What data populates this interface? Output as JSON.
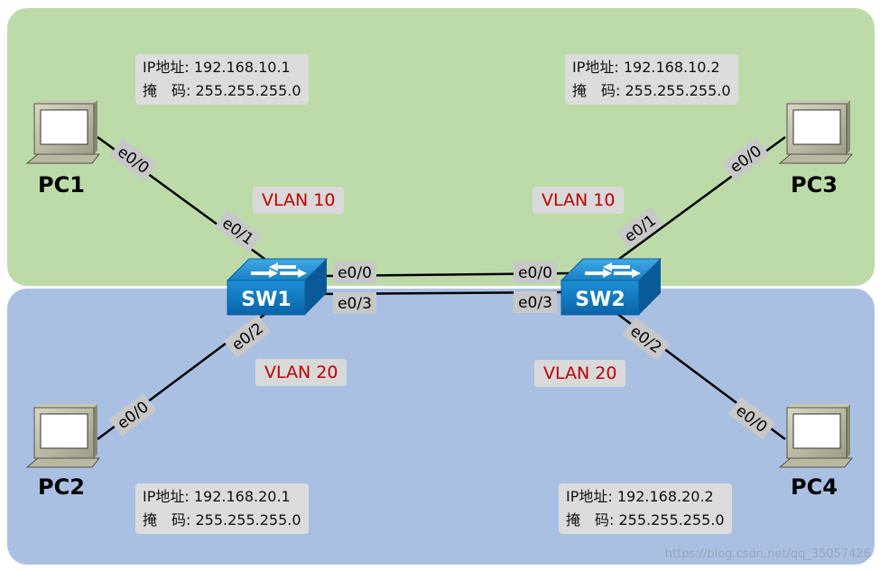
{
  "zones": {
    "top_color": "#bcdba9",
    "bottom_color": "#aac0e3"
  },
  "devices": {
    "pc1": {
      "name": "PC1",
      "ip_label": "IP地址: 192.168.10.1",
      "mask_label": "掩　码: 255.255.255.0"
    },
    "pc2": {
      "name": "PC2",
      "ip_label": "IP地址: 192.168.20.1",
      "mask_label": "掩　码: 255.255.255.0"
    },
    "pc3": {
      "name": "PC3",
      "ip_label": "IP地址: 192.168.10.2",
      "mask_label": "掩　码: 255.255.255.0"
    },
    "pc4": {
      "name": "PC4",
      "ip_label": "IP地址: 192.168.20.2",
      "mask_label": "掩　码: 255.255.255.0"
    },
    "sw1": {
      "name": "SW1"
    },
    "sw2": {
      "name": "SW2"
    }
  },
  "vlans": {
    "top_left": "VLAN 10",
    "top_right": "VLAN 10",
    "bottom_left": "VLAN 20",
    "bottom_right": "VLAN 20"
  },
  "ports": {
    "pc1_e00": "e0/0",
    "sw1_e01": "e0/1",
    "pc2_e00": "e0/0",
    "sw1_e02": "e0/2",
    "sw1_e00": "e0/0",
    "sw1_e03": "e0/3",
    "sw2_e00": "e0/0",
    "sw2_e03": "e0/3",
    "sw2_e01": "e0/1",
    "pc3_e00": "e0/0",
    "sw2_e02": "e0/2",
    "pc4_e00": "e0/0"
  },
  "watermark": "https://blog.csdn.net/qq_35057426"
}
